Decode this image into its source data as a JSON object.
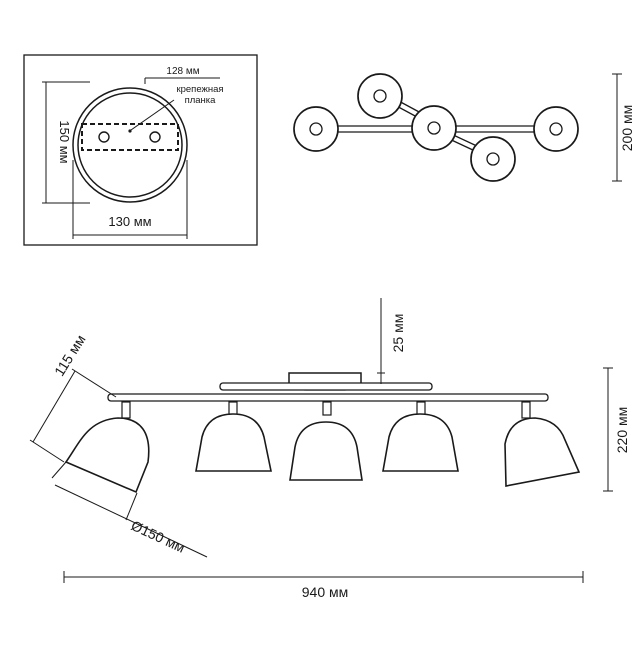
{
  "plan_view": {
    "dim_bracket": "128 мм",
    "bracket_label_line1": "крепежная",
    "bracket_label_line2": "планка",
    "dim_height": "150 мм",
    "dim_width": "130 мм"
  },
  "top_view": {
    "dim_depth": "200 мм"
  },
  "side_view": {
    "dim_canopy": "25 мм",
    "dim_height": "220 мм",
    "dim_shade_height": "115 мм",
    "dim_shade_diameter": "Ø150 мм",
    "dim_total_length": "940 мм"
  }
}
